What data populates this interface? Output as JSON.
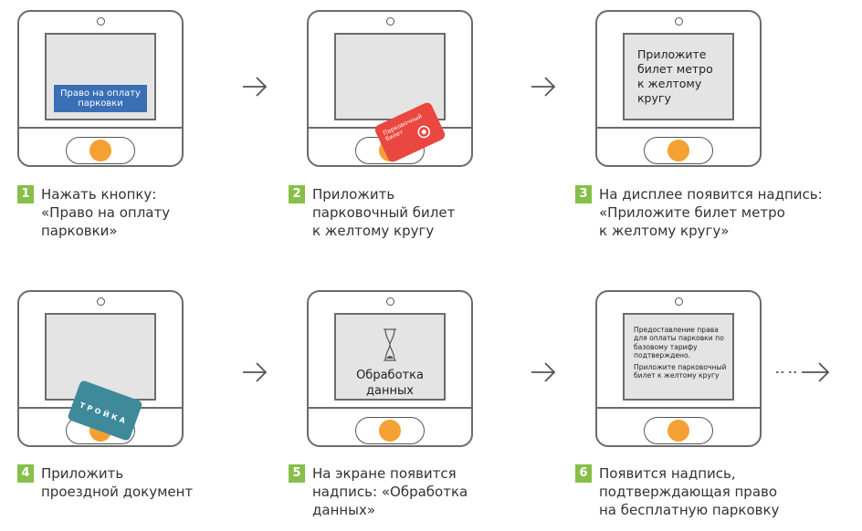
{
  "steps": [
    {
      "num": "1",
      "text": "Нажать кнопку:\n«Право на оплату\nпарковки»"
    },
    {
      "num": "2",
      "text": "Приложить\nпарковочный билет\nк желтому кругу"
    },
    {
      "num": "3",
      "text": "На дисплее появится надпись:\n«Приложите билет метро\nк желтому кругу»"
    },
    {
      "num": "4",
      "text": "Приложить\nпроездной документ"
    },
    {
      "num": "5",
      "text": "На экране появится\nнадпись: «Обработка\nданных»"
    },
    {
      "num": "6",
      "text": "Появится надпись,\nподтверждающая право\nна бесплатную парковку"
    }
  ],
  "screens": {
    "pay_button_label": "Право на оплату парковки",
    "parking_card_text": "Парковочный билет",
    "prompt_text": "Приложите\nбилет метро\nк желтому\nкругу",
    "troika_label": "ТРОЙКА",
    "processing_text": "Обработка\nданных",
    "confirm_text": "Предоставление права для оплаты парковки по базовому тарифу подтверждено.",
    "confirm_prompt": "Приложите парковочный билет к желтому кругу"
  },
  "colors": {
    "accent": "#86bf49",
    "button_blue": "#3a6fb5",
    "reader_dot": "#f5a033",
    "parking_card": "#e9473f",
    "troika_card": "#3e8a9b"
  },
  "icons": [
    "arrow-right-icon",
    "hourglass-icon",
    "dotted-arrow-right-icon"
  ]
}
